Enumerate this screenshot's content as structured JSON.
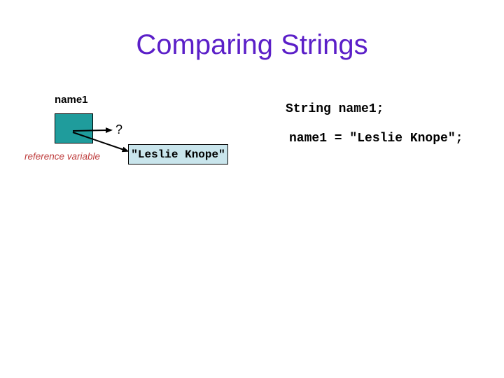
{
  "slide": {
    "title": "Comparing Strings",
    "diagram": {
      "variable_name": "name1",
      "caption": "reference variable",
      "unknown_pointer": "?",
      "string_literal": "\"Leslie Knope\""
    },
    "code": {
      "line1": "String name1;",
      "line2": "name1 = \"Leslie Knope\";"
    },
    "colors": {
      "background": "#FFFFFF",
      "title": "#5B1FC8",
      "variable_label": "#000000",
      "box_fill": "#1F9C9C",
      "box_border": "#000000",
      "string_box_fill": "#C9E5EC",
      "string_box_border": "#000000",
      "caption": "#BF3F3F",
      "arrow": "#000000",
      "code_text": "#000000"
    }
  }
}
